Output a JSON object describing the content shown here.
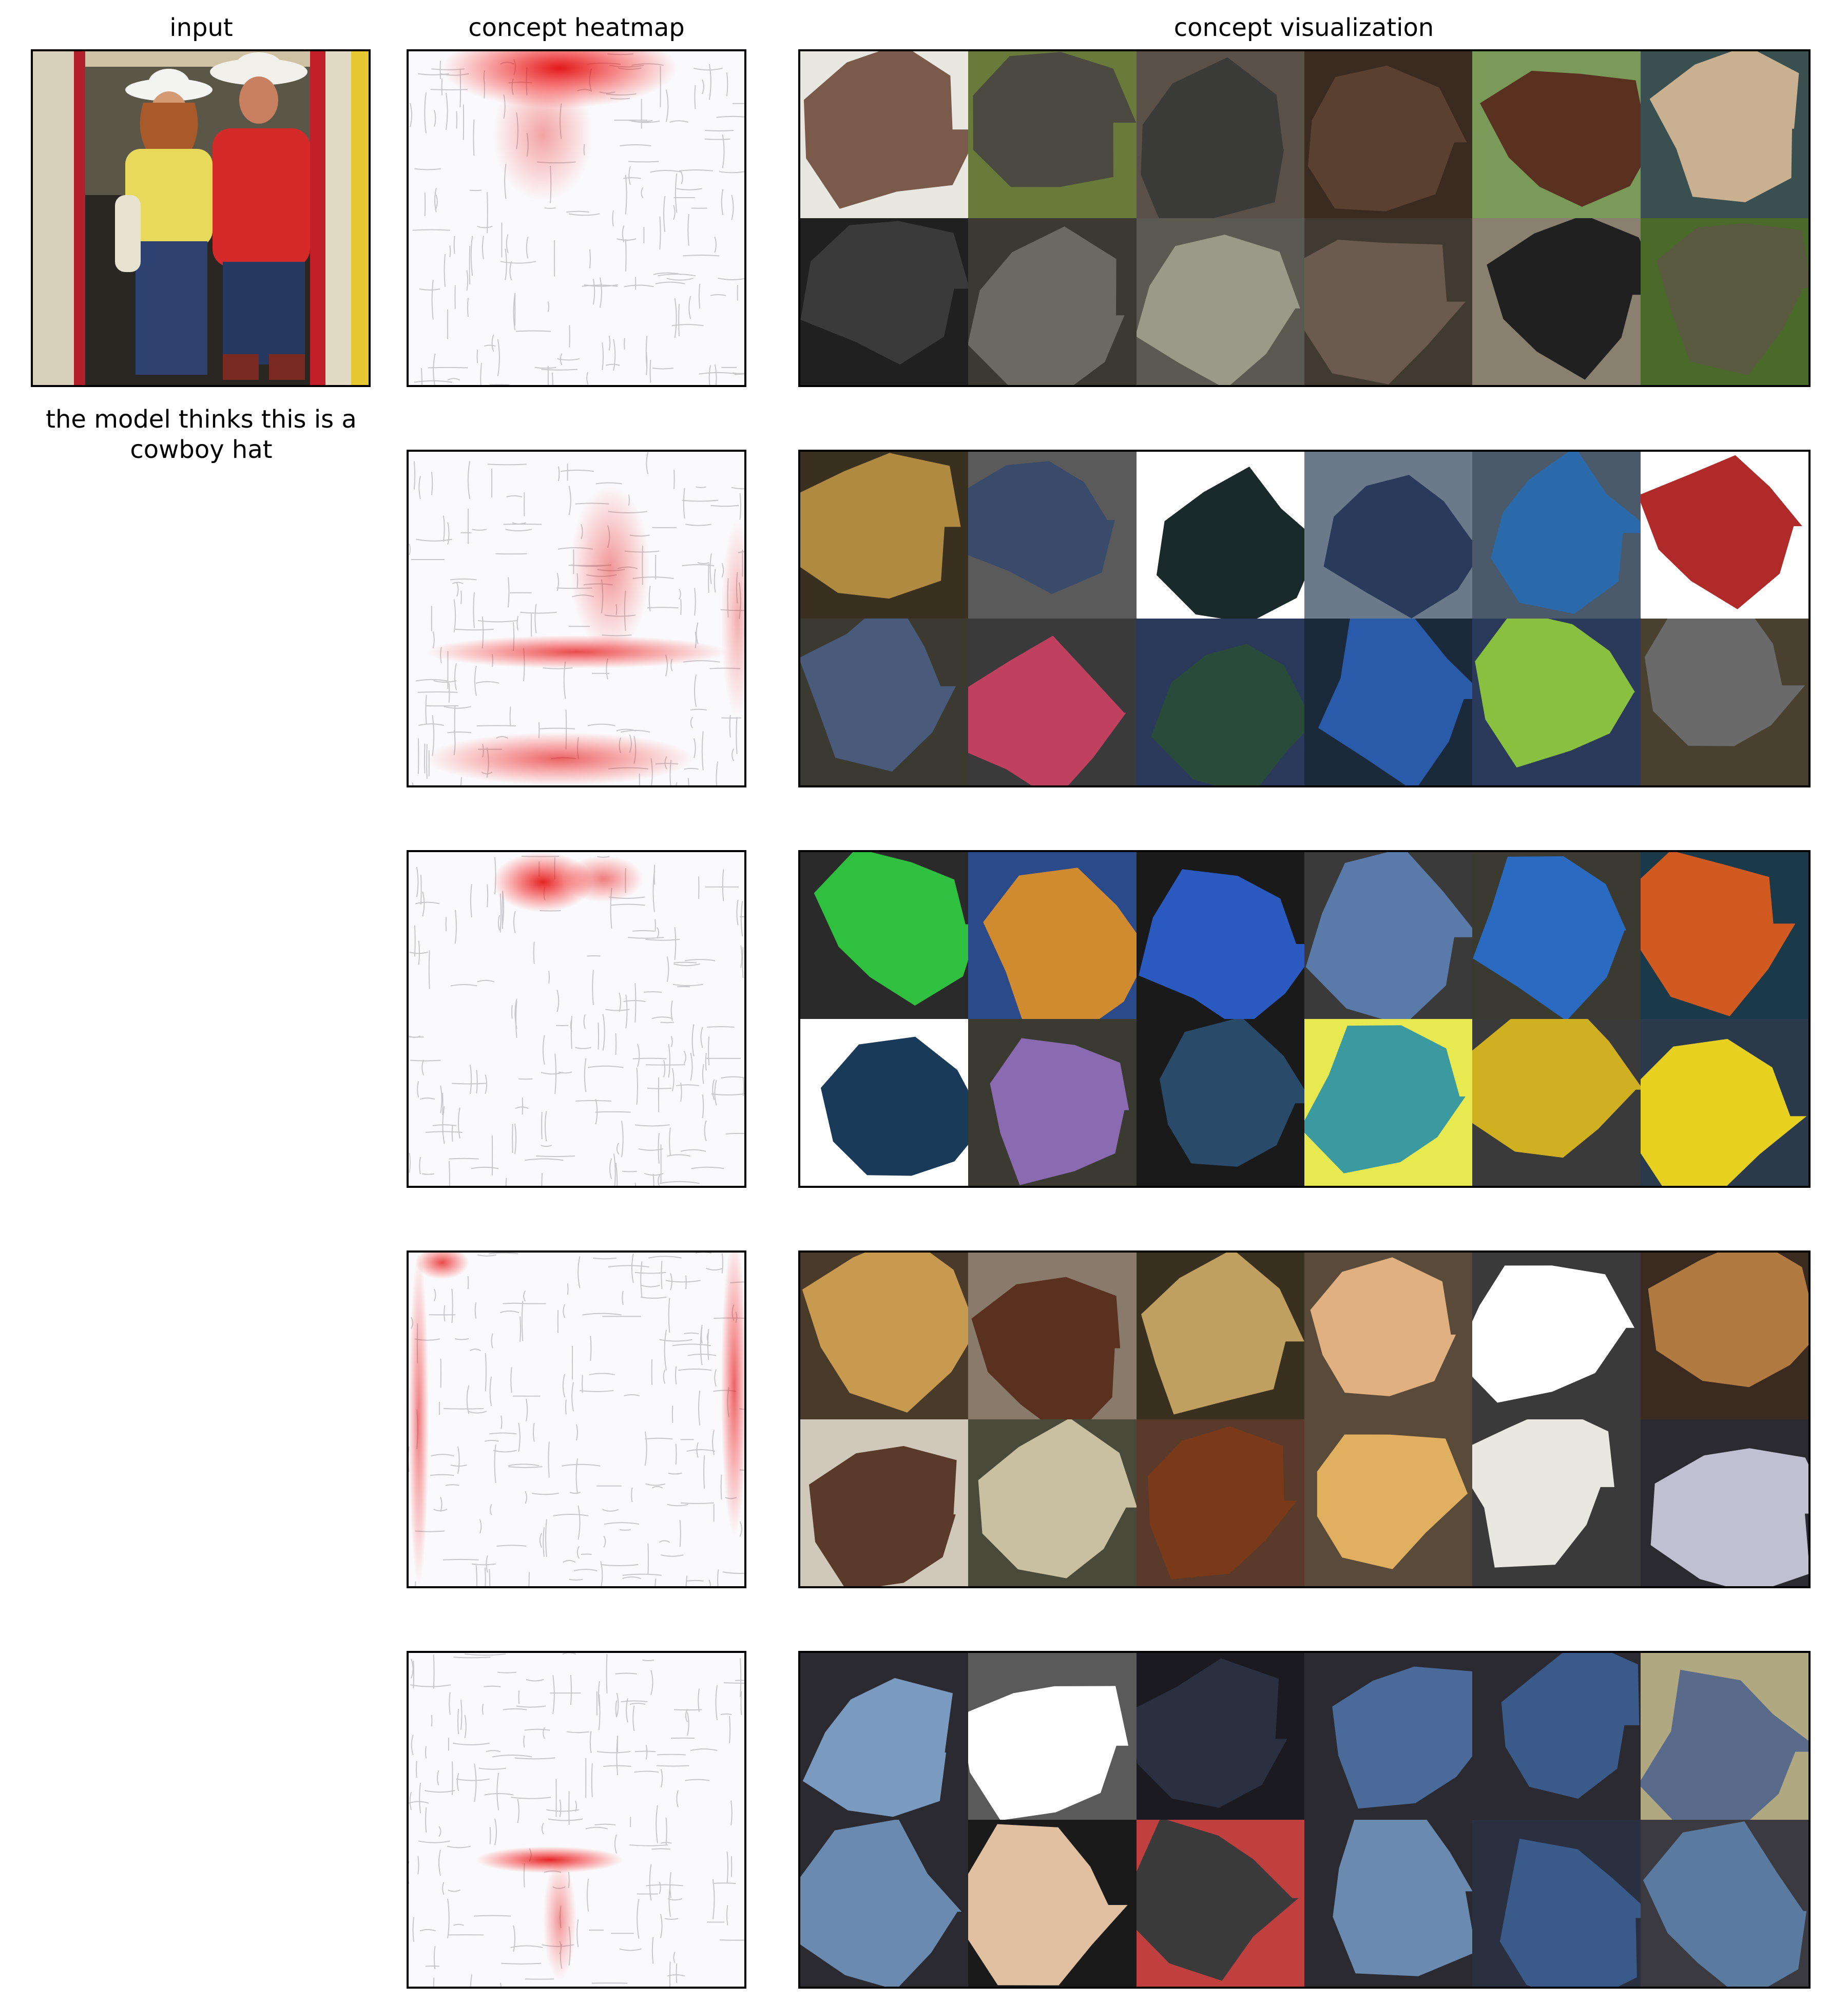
{
  "headers": {
    "input": "input",
    "heatmap": "concept heatmap",
    "visualization": "concept visualization"
  },
  "caption": "the model thinks this is a cowboy hat",
  "input_image": {
    "description_colors": [
      "#d8c9a8",
      "#e8d95a",
      "#d42a2a",
      "#2b3e6b",
      "#b01f2a"
    ]
  },
  "concepts": [
    {
      "heat_focus": "top",
      "tiles": [
        {
          "bg": "#7a5a4a",
          "mask": "#e8e8e0"
        },
        {
          "bg": "#4a4a40",
          "mask": "#6a7a3a"
        },
        {
          "bg": "#3a3a38",
          "mask": "#5a5048"
        },
        {
          "bg": "#5a4030",
          "mask": "#3a2a20"
        },
        {
          "bg": "#5a3020",
          "mask": "#7a9a5a"
        },
        {
          "bg": "#c8b090",
          "mask": "#3a5050"
        },
        {
          "bg": "#3a3a3a",
          "mask": "#202020"
        },
        {
          "bg": "#6a6a60",
          "mask": "#3a3a30"
        },
        {
          "bg": "#9a9a88",
          "mask": "#5a5a50"
        },
        {
          "bg": "#6a5a50",
          "mask": "#403a30"
        },
        {
          "bg": "#202020",
          "mask": "#8a8070"
        },
        {
          "bg": "#5a5a40",
          "mask": "#4a6a2a"
        }
      ]
    },
    {
      "heat_focus": "middle",
      "tiles": [
        {
          "bg": "#b08a40",
          "mask": "#3a3020"
        },
        {
          "bg": "#3a4a6a",
          "mask": "#5a5a5a"
        },
        {
          "bg": "#1a2a2a",
          "mask": "#ffffff"
        },
        {
          "bg": "#2a3a5a",
          "mask": "#6a7a8a"
        },
        {
          "bg": "#2a6aaa",
          "mask": "#4a5a6a"
        },
        {
          "bg": "#b02a2a",
          "mask": "#ffffff"
        },
        {
          "bg": "#4a5a7a",
          "mask": "#3a3a30"
        },
        {
          "bg": "#c04060",
          "mask": "#3a3a3a"
        },
        {
          "bg": "#2a4a3a",
          "mask": "#2a3a5a"
        },
        {
          "bg": "#2a5aaa",
          "mask": "#1a2a3a"
        },
        {
          "bg": "#8ac040",
          "mask": "#2a3a5a"
        },
        {
          "bg": "#6a6a6a",
          "mask": "#4a4030"
        }
      ]
    },
    {
      "heat_focus": "head",
      "tiles": [
        {
          "bg": "#30c040",
          "mask": "#2a2a2a"
        },
        {
          "bg": "#d08a30",
          "mask": "#2a4a8a"
        },
        {
          "bg": "#2a5ac0",
          "mask": "#1a1a1a"
        },
        {
          "bg": "#5a7aaa",
          "mask": "#3a3a3a"
        },
        {
          "bg": "#2a6ac0",
          "mask": "#3a3a30"
        },
        {
          "bg": "#d05a20",
          "mask": "#1a3a4a"
        },
        {
          "bg": "#1a3a5a",
          "mask": "#ffffff"
        },
        {
          "bg": "#8a6ab0",
          "mask": "#3a3a30"
        },
        {
          "bg": "#2a4a6a",
          "mask": "#1a1a1a"
        },
        {
          "bg": "#3a9aa0",
          "mask": "#e8e850"
        },
        {
          "bg": "#d0b020",
          "mask": "#3a3a3a"
        },
        {
          "bg": "#e8d020",
          "mask": "#2a3a4a"
        }
      ]
    },
    {
      "heat_focus": "edges",
      "tiles": [
        {
          "bg": "#c89a50",
          "mask": "#4a3a2a"
        },
        {
          "bg": "#5a3020",
          "mask": "#8a7a6a"
        },
        {
          "bg": "#c0a060",
          "mask": "#3a3020"
        },
        {
          "bg": "#e0b080",
          "mask": "#5a4a3a"
        },
        {
          "bg": "#ffffff",
          "mask": "#3a3a3a"
        },
        {
          "bg": "#b07a40",
          "mask": "#3a2a20"
        },
        {
          "bg": "#5a3a2a",
          "mask": "#d0c8b8"
        },
        {
          "bg": "#c8c0a0",
          "mask": "#4a4a3a"
        },
        {
          "bg": "#7a3a1a",
          "mask": "#5a3a2a"
        },
        {
          "bg": "#e0b060",
          "mask": "#5a4a3a"
        },
        {
          "bg": "#e8e8e0",
          "mask": "#3a3a3a"
        },
        {
          "bg": "#c0c0d0",
          "mask": "#2a2a30"
        }
      ]
    },
    {
      "heat_focus": "waist",
      "tiles": [
        {
          "bg": "#7a9ac0",
          "mask": "#2a2a30"
        },
        {
          "bg": "#ffffff",
          "mask": "#5a5a5a"
        },
        {
          "bg": "#2a3040",
          "mask": "#1a1a20"
        },
        {
          "bg": "#4a6a9a",
          "mask": "#2a2a30"
        },
        {
          "bg": "#3a5a8a",
          "mask": "#2a2a30"
        },
        {
          "bg": "#5a6a8a",
          "mask": "#b0a880"
        },
        {
          "bg": "#6a8ab0",
          "mask": "#2a2a30"
        },
        {
          "bg": "#e0c0a0",
          "mask": "#1a1a1a"
        },
        {
          "bg": "#3a3a3a",
          "mask": "#c04040"
        },
        {
          "bg": "#6a8ab0",
          "mask": "#2a2a30"
        },
        {
          "bg": "#3a5a8a",
          "mask": "#2a3040"
        },
        {
          "bg": "#5a7aa0",
          "mask": "#3a3a40"
        }
      ]
    }
  ]
}
